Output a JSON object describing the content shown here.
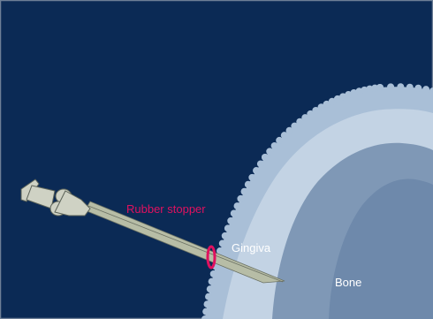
{
  "labels": {
    "rubber_stopper": "Rubber stopper",
    "gingiva": "Gingiva",
    "bone": "Bone"
  },
  "colors": {
    "background": "#0b2a55",
    "frame": "#6e7f96",
    "gingiva": "#a9bfd7",
    "gingiva_inner": "#c3d3e4",
    "bone_outer": "#7f98b6",
    "bone_inner": "#6e89ab",
    "needle": "#b7bda6",
    "needle_shadow": "#6b7163",
    "syringe_body": "#cfd2c4",
    "syringe_line": "#5b6258",
    "stopper": "#e0115f",
    "label_red": "#e0115f",
    "label_white": "#ffffff"
  }
}
